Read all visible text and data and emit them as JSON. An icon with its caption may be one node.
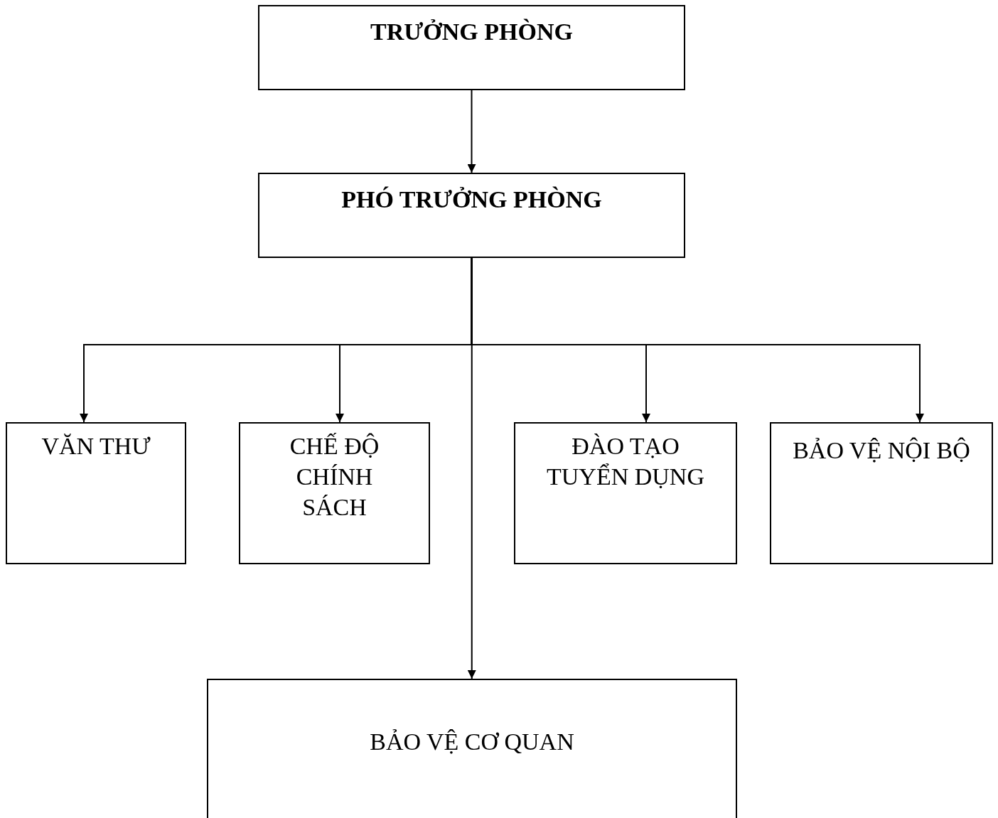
{
  "diagram": {
    "nodes": [
      {
        "text": [
          "TRƯỞNG PHÒNG"
        ]
      },
      {
        "text": [
          "PHÓ TRƯỞNG PHÒNG"
        ]
      },
      {
        "text": [
          "VĂN THƯ"
        ]
      },
      {
        "text": [
          "CHẾ ĐỘ CHÍNH SÁCH"
        ]
      },
      {
        "text": [
          "ĐÀO TẠO TUYỂN DỤNG"
        ]
      },
      {
        "text": [
          "BẢO VỆ NỘI BỘ"
        ]
      },
      {
        "text": [
          "BẢO VỆ CƠ QUAN"
        ]
      }
    ],
    "edges": [
      {
        "from": 0,
        "to": 1,
        "arrow": "to"
      },
      {
        "from": 1,
        "to": 2,
        "arrow": "to"
      },
      {
        "from": 1,
        "to": 3,
        "arrow": "to"
      },
      {
        "from": 1,
        "to": 4,
        "arrow": "to"
      },
      {
        "from": 1,
        "to": 5,
        "arrow": "to"
      },
      {
        "from": 1,
        "to": 6,
        "arrow": "to"
      }
    ]
  }
}
